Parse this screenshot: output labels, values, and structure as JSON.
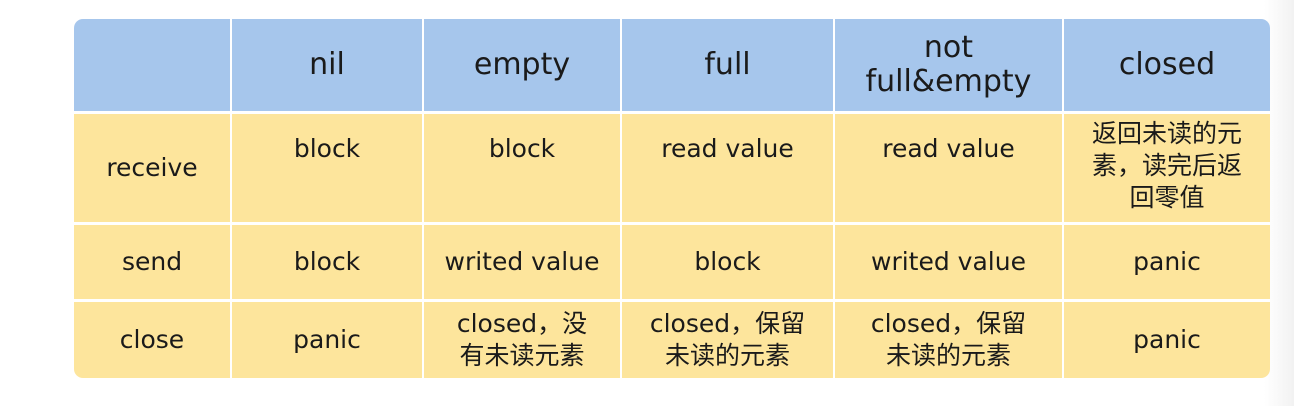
{
  "table": {
    "columns": [
      "",
      "nil",
      "empty",
      "full",
      "not\nfull&empty",
      "closed"
    ],
    "column_lines": {
      "not_full_empty": [
        "not",
        "full&empty"
      ]
    },
    "rows": [
      {
        "label": "receive",
        "cells": [
          "block",
          "block",
          "read value",
          "read value",
          "返回未读的元素，读完后返回零值"
        ],
        "closed_lines": [
          "返回未读的元",
          "素，读完后返",
          "回零值"
        ]
      },
      {
        "label": "send",
        "cells": [
          "block",
          "writed value",
          "block",
          "writed value",
          "panic"
        ]
      },
      {
        "label": "close",
        "cells": [
          "panic",
          "closed，没有未读元素",
          "closed，保留未读的元素",
          "closed，保留未读的元素",
          "panic"
        ],
        "cell_lines": {
          "empty": [
            "closed，没",
            "有未读元素"
          ],
          "full": [
            "closed，保留",
            "未读的元素"
          ],
          "not_full_empty": [
            "closed，保留",
            "未读的元素"
          ]
        }
      }
    ]
  },
  "colors": {
    "header_bg": "#a6c6ec",
    "body_bg": "#fde59c",
    "grid_line": "#ffffff",
    "text": "#1a1a1a"
  }
}
